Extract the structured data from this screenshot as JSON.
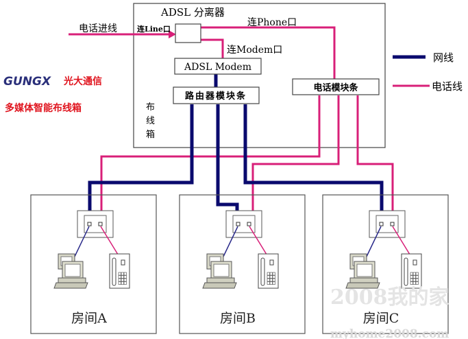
{
  "colors": {
    "network": "#0a0a6e",
    "phone": "#d81f78",
    "logo_red": "#e0141e",
    "logo_blue": "#2a2f7a"
  },
  "logo": {
    "brand": "GUNGX",
    "company": "光大通信",
    "product": "多媒体智能布线箱"
  },
  "cabinet": {
    "label_chars": [
      "布",
      "线",
      "箱"
    ],
    "splitter_title": "ADSL 分离器",
    "modem": "ADSL Modem",
    "router_module": "路由器模块条",
    "phone_module": "电话模块条"
  },
  "connections": {
    "incoming": "电话进线",
    "line_port": "连Line口",
    "phone_port": "连Phone口",
    "modem_port": "连Modem口"
  },
  "legend": {
    "network": "网线",
    "phone": "电话线"
  },
  "rooms": [
    {
      "label": "房间A"
    },
    {
      "label": "房间B"
    },
    {
      "label": "房间C"
    }
  ],
  "watermark": {
    "line1": "2008我的家",
    "line2": "myhome2008.com"
  }
}
